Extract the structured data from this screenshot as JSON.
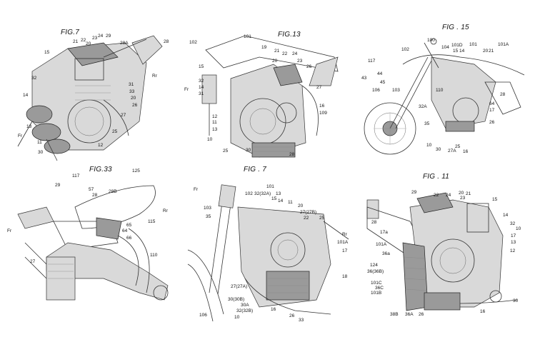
{
  "panels": [
    {
      "title": "FIG.7",
      "labels": [
        "21",
        "22",
        "24",
        "29",
        "20",
        "23",
        "28A",
        "28",
        "15",
        "32",
        "14",
        "12",
        "30",
        "11",
        "13",
        "Fr",
        "33",
        "20",
        "26",
        "27",
        "25",
        "Rr",
        "31"
      ]
    },
    {
      "title": "FIG.13",
      "labels": [
        "101",
        "102",
        "19",
        "21",
        "22",
        "24",
        "23",
        "26",
        "20",
        "15",
        "32",
        "14",
        "31",
        "Fr",
        "12",
        "11",
        "13",
        "10",
        "25",
        "30",
        "28",
        "27",
        "16",
        "109"
      ]
    },
    {
      "title": "FIG . 15",
      "labels": [
        "100",
        "102",
        "104",
        "101",
        "101A",
        "117",
        "101D",
        "15",
        "14",
        "20",
        "21",
        "43",
        "44",
        "45",
        "106",
        "103",
        "110",
        "32A",
        "28",
        "35",
        "64",
        "17",
        "26",
        "10",
        "30",
        "16",
        "27A",
        "25"
      ]
    },
    {
      "title": "FIG.33",
      "labels": [
        "117",
        "125",
        "29",
        "57",
        "28",
        "28B",
        "Rr",
        "Fr",
        "65",
        "64",
        "115",
        "66",
        "110",
        "27"
      ]
    },
    {
      "title": "FIG . 7",
      "labels": [
        "Fr",
        "101",
        "102",
        "32(32A)",
        "13",
        "15",
        "14",
        "11",
        "103",
        "20",
        "35",
        "27(27B)",
        "22",
        "25",
        "Rr",
        "101A",
        "17",
        "27(27A)",
        "18",
        "30(30B)",
        "30A",
        "32(32B)",
        "106",
        "10",
        "16",
        "26",
        "33"
      ]
    },
    {
      "title": "FIG . 11",
      "labels": [
        "29",
        "22",
        "24",
        "20",
        "21",
        "23",
        "15",
        "14",
        "28",
        "32",
        "10",
        "17a",
        "17",
        "101A",
        "13",
        "36a",
        "12",
        "124",
        "36(36B)",
        "101C",
        "36C",
        "101B",
        "38B",
        "36A",
        "26",
        "16",
        "30"
      ]
    }
  ]
}
